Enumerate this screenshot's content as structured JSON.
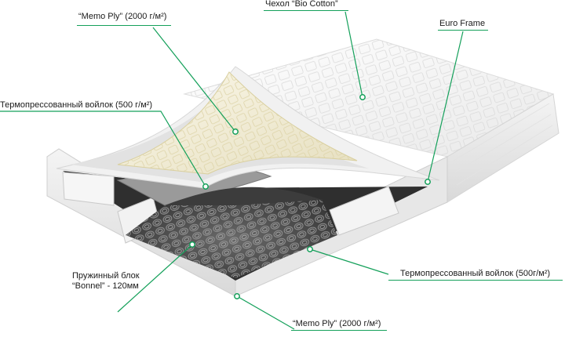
{
  "labels": {
    "memo_top": "“Memo Ply” (2000 г/м²)",
    "cover": "Чехол “Bio Cotton”",
    "euro_frame": "Euro Frame",
    "felt_top": "Термопрессованный войлок (500 г/м²)",
    "spring_line1": "Пружинный блок",
    "spring_line2": "“Bonnel” - 120мм",
    "felt_right": "Термопрессованный войлок (500г/м²)",
    "memo_bottom": "“Memo Ply” (2000 г/м²)"
  },
  "colors": {
    "leader": "#14a05a",
    "cover": "#f3f3f3",
    "memo": "#f4f0dc",
    "felt": "#4a4a4a",
    "springs": "#7a7a7a"
  }
}
